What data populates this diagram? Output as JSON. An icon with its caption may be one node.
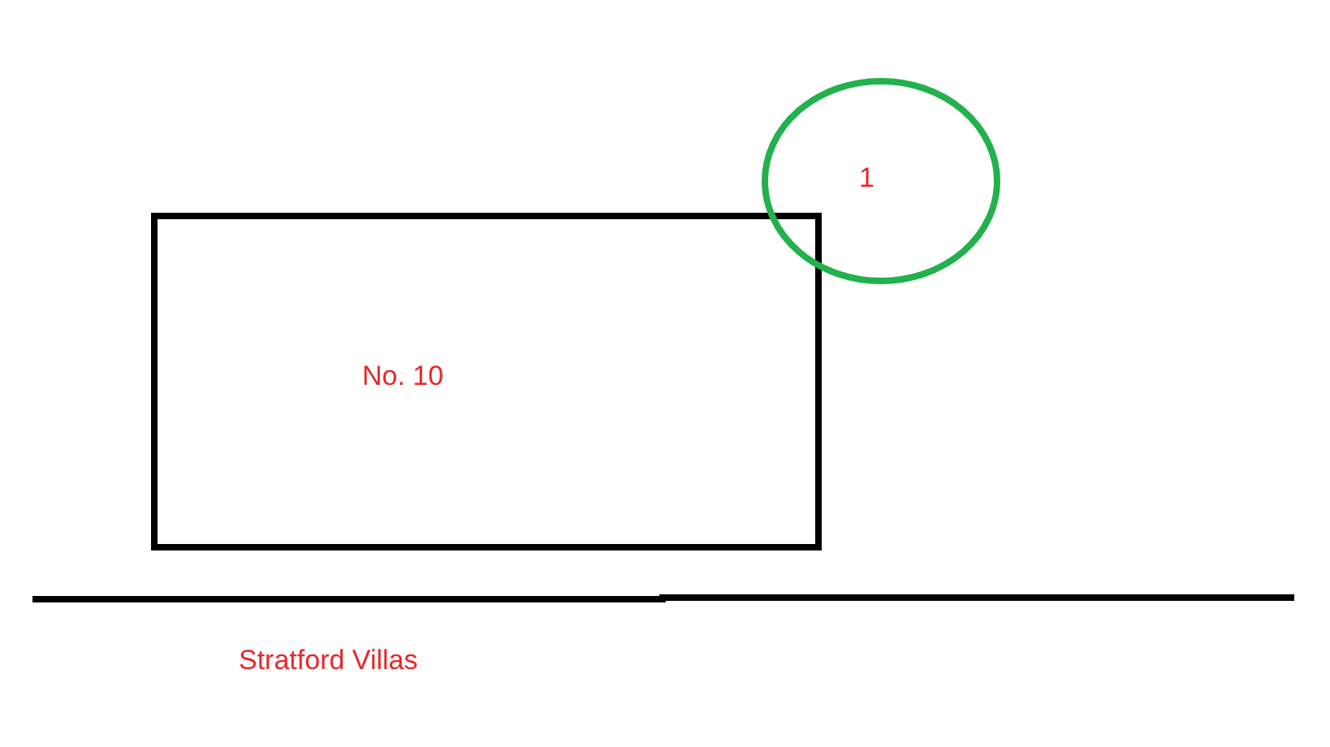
{
  "diagram": {
    "nodes": [
      {
        "text": [
          "No. 10"
        ]
      },
      {
        "text": [
          "1"
        ]
      }
    ],
    "labels": [
      "Stratford Villas"
    ]
  }
}
